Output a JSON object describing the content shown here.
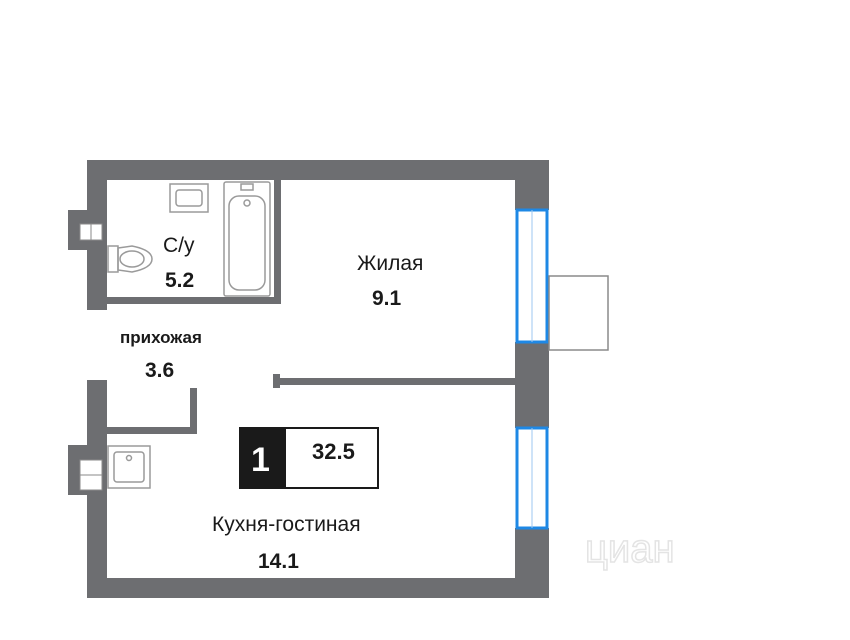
{
  "plan": {
    "rooms": [
      {
        "id": "bathroom",
        "label": "С/у",
        "area": "5.2"
      },
      {
        "id": "living",
        "label": "Жилая",
        "area": "9.1"
      },
      {
        "id": "hallway",
        "label": "прихожая",
        "area": "3.6"
      },
      {
        "id": "kitchen",
        "label": "Кухня-гостиная",
        "area": "14.1"
      }
    ],
    "badge": {
      "rooms_count": "1",
      "total_area": "32.5"
    },
    "watermark": "циан",
    "colors": {
      "wall": "#6d6e71",
      "window": "#1e88e5",
      "badge_bg": "#1a1a1a"
    }
  }
}
